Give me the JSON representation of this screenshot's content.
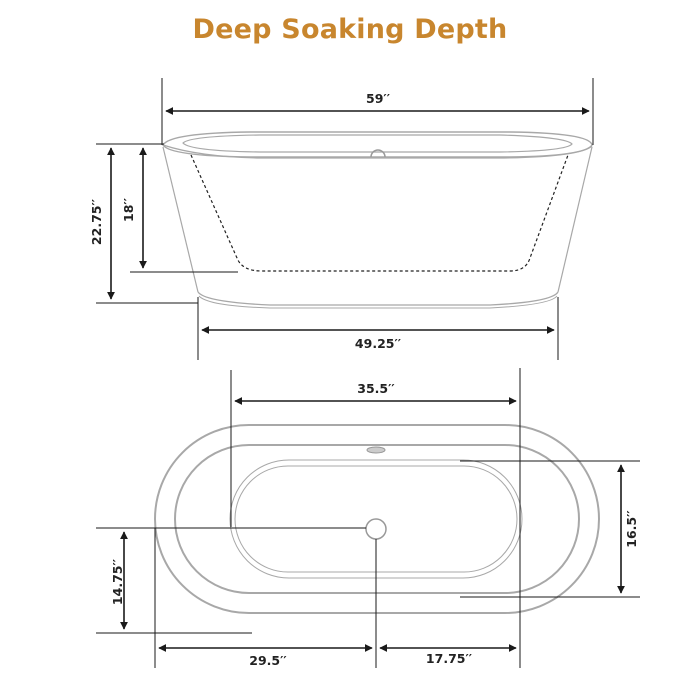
{
  "title": {
    "text": "Deep Soaking Depth",
    "color": "#C8862E"
  },
  "side_view": {
    "overall_length": "59′′",
    "overall_height": "22.75′′",
    "water_depth": "18′′",
    "base_length": "49.25′′"
  },
  "top_view": {
    "interior_length": "35.5′′",
    "interior_width": "16.5′′",
    "drain_to_edge_width": "14.75′′",
    "drain_to_left_end": "29.5′′",
    "drain_to_right_interior": "17.75′′"
  },
  "colors": {
    "dimension_line": "#1a1a1a",
    "tub_outline": "#a8a8a8",
    "tub_outline_light": "#c4c4c4"
  }
}
